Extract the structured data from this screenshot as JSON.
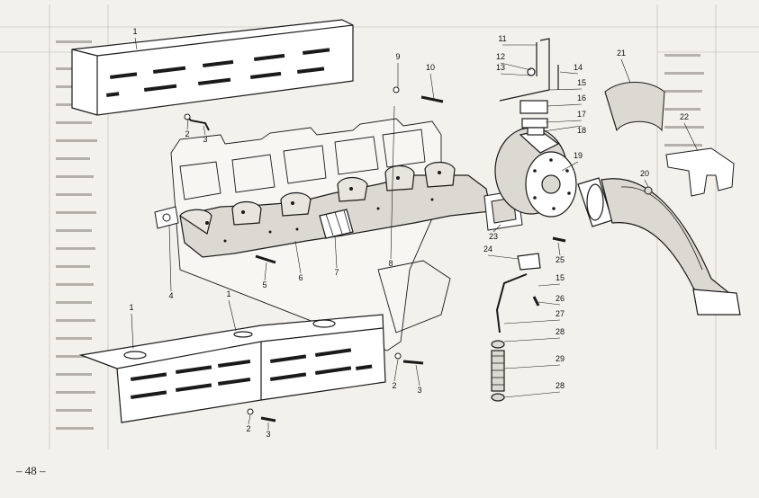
{
  "page": {
    "number_text": "– 48 –"
  },
  "colors": {
    "ink": "#1a1a1a",
    "paper": "#f3f1ec",
    "shade": "#c9c6bf",
    "bg_text": "#a9a7a2"
  },
  "callouts": [
    {
      "label": "1"
    },
    {
      "label": "2"
    },
    {
      "label": "3"
    },
    {
      "label": "9"
    },
    {
      "label": "10"
    },
    {
      "label": "11"
    },
    {
      "label": "12"
    },
    {
      "label": "13"
    },
    {
      "label": "14"
    },
    {
      "label": "15"
    },
    {
      "label": "16"
    },
    {
      "label": "17"
    },
    {
      "label": "18"
    },
    {
      "label": "19"
    },
    {
      "label": "20"
    },
    {
      "label": "21"
    },
    {
      "label": "22"
    },
    {
      "label": "23"
    },
    {
      "label": "24"
    },
    {
      "label": "25"
    },
    {
      "label": "15"
    },
    {
      "label": "26"
    },
    {
      "label": "27"
    },
    {
      "label": "28"
    },
    {
      "label": "29"
    },
    {
      "label": "28"
    },
    {
      "label": "4"
    },
    {
      "label": "5"
    },
    {
      "label": "6"
    },
    {
      "label": "7"
    },
    {
      "label": "8"
    },
    {
      "label": "1"
    },
    {
      "label": "1"
    },
    {
      "label": "2"
    },
    {
      "label": "3"
    },
    {
      "label": "2"
    },
    {
      "label": "3"
    }
  ]
}
